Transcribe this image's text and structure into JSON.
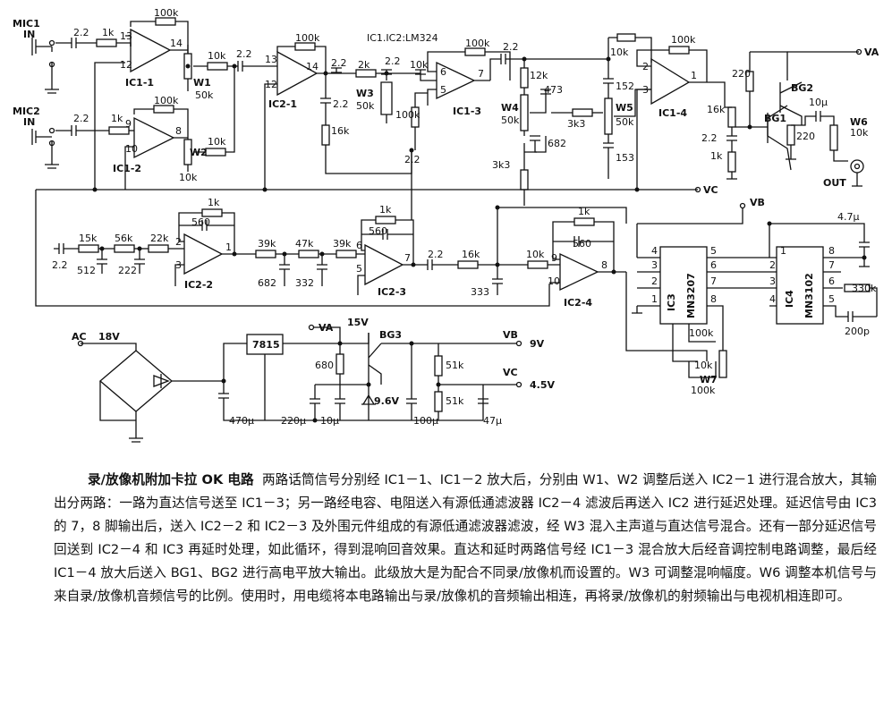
{
  "diagram": {
    "header": "IC1.IC2:LM324",
    "inputs": {
      "mic1": [
        "MIC1",
        "IN"
      ],
      "mic2": [
        "MIC2",
        "IN"
      ]
    },
    "op_amps": {
      "ic1_1": "IC1-1",
      "ic1_2": "IC1-2",
      "ic2_1": "IC2-1",
      "ic1_3": "IC1-3",
      "ic1_4": "IC1-4",
      "ic2_2": "IC2-2",
      "ic2_3": "IC2-3",
      "ic2_4": "IC2-4"
    },
    "chips": {
      "ic3": "IC3",
      "ic3_part": "MN3207",
      "ic4": "IC4",
      "ic4_part": "MN3102",
      "reg": "7815"
    },
    "transistors": {
      "bg1": "BG1",
      "bg2": "BG2",
      "bg3": "BG3"
    },
    "pots": {
      "w1": "W1",
      "w2": "W2",
      "w3": "W3",
      "w4": "W4",
      "w5": "W5",
      "w6": "W6",
      "w7": "W7"
    },
    "nets": {
      "va": "VA",
      "vb": "VB",
      "vc": "VC",
      "ac": "AC",
      "out": "OUT",
      "ac_v": "18V",
      "va_v": "15V",
      "vb_v": "9V",
      "vc_v": "4.5V",
      "zener": "9.6V"
    },
    "pins": [
      "14",
      "13",
      "12",
      "8",
      "9",
      "10",
      "14",
      "13",
      "12",
      "6",
      "5",
      "7",
      "2",
      "3",
      "1",
      "2",
      "3",
      "1",
      "6",
      "5",
      "7",
      "9",
      "10",
      "8",
      "4",
      "3",
      "2",
      "1",
      "5",
      "6",
      "7",
      "8",
      "1",
      "2",
      "3",
      "4",
      "8",
      "7",
      "6",
      "5"
    ],
    "values": [
      "2.2",
      "1k",
      "100k",
      "10k",
      "2.2",
      "100k",
      "50k",
      "2.2",
      "1k",
      "100k",
      "10k",
      "10k",
      "100k",
      "2.2",
      "2.2",
      "2k",
      "2.2",
      "10k",
      "2.2",
      "16k",
      "50k",
      "100k",
      "2.2",
      "12k",
      "473",
      "50k",
      "682",
      "3k3",
      "3k3",
      "10k",
      "152",
      "50k",
      "153",
      "100k",
      "220",
      "16k",
      "2.2",
      "1k",
      "10μ",
      "220",
      "10k",
      "1k",
      "560",
      "15k",
      "56k",
      "22k",
      "2.2",
      "512",
      "222",
      "39k",
      "682",
      "47k",
      "332",
      "39k",
      "1k",
      "560",
      "2.2",
      "16k",
      "333",
      "10k",
      "1k",
      "560",
      "4.7μ",
      "330k",
      "200p",
      "100k",
      "10k",
      "100k",
      "680",
      "51k",
      "51k",
      "470μ",
      "220μ",
      "10μ",
      "100μ",
      "47μ"
    ]
  },
  "caption": {
    "title": "录/放像机附加卡拉 OK 电路",
    "body": "两路话筒信号分别经 IC1－1、IC1－2 放大后，分别由 W1、W2 调整后送入 IC2－1 进行混合放大，其输出分两路：一路为直达信号送至 IC1－3；另一路经电容、电阻送入有源低通滤波器 IC2－4 滤波后再送入 IC2 进行延迟处理。延迟信号由 IC3 的 7，8 脚输出后，送入 IC2－2 和 IC2－3 及外围元件组成的有源低通滤波器滤波，经 W3 混入主声道与直达信号混合。还有一部分延迟信号回送到 IC2－4 和 IC3 再延时处理，如此循环，得到混响回音效果。直达和延时两路信号经 IC1－3 混合放大后经音调控制电路调整，最后经 IC1－4 放大后送入 BG1、BG2 进行高电平放大输出。此级放大是为配合不同录/放像机而设置的。W3 可调整混响幅度。W6 调整本机信号与来自录/放像机音频信号的比例。使用时，用电缆将本电路输出与录/放像机的音频输出相连，再将录/放像机的射频输出与电视机相连即可。"
  }
}
